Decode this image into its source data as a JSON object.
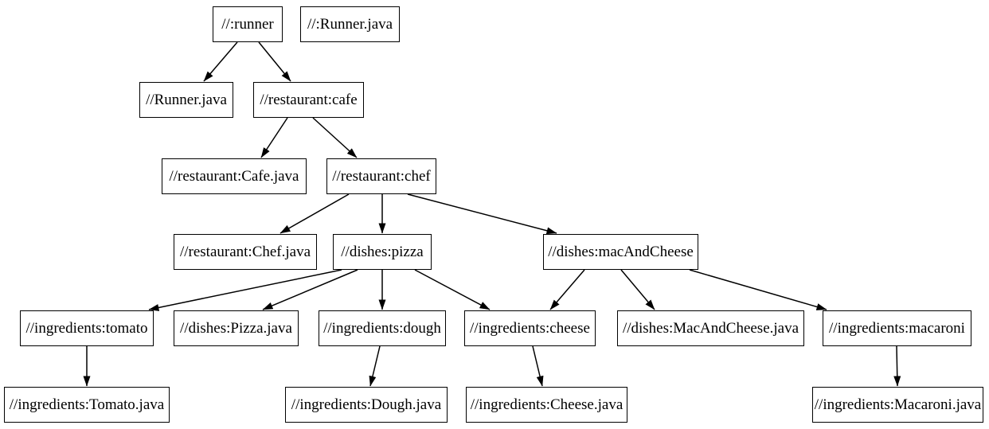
{
  "diagram_type": "build-dependency-graph",
  "colors": {
    "background": "#ffffff",
    "node_fill": "#ffffff",
    "node_border": "#000000",
    "edge": "#000000",
    "text": "#000000"
  },
  "nodes": [
    {
      "id": "runner",
      "label": "//:runner"
    },
    {
      "id": "runner-java-top",
      "label": "//:Runner.java"
    },
    {
      "id": "runner-java",
      "label": "//Runner.java"
    },
    {
      "id": "cafe",
      "label": "//restaurant:cafe"
    },
    {
      "id": "cafe-java",
      "label": "//restaurant:Cafe.java"
    },
    {
      "id": "chef",
      "label": "//restaurant:chef"
    },
    {
      "id": "chef-java",
      "label": "//restaurant:Chef.java"
    },
    {
      "id": "pizza",
      "label": "//dishes:pizza"
    },
    {
      "id": "mac-and-cheese",
      "label": "//dishes:macAndCheese"
    },
    {
      "id": "tomato",
      "label": "//ingredients:tomato"
    },
    {
      "id": "pizza-java",
      "label": "//dishes:Pizza.java"
    },
    {
      "id": "dough",
      "label": "//ingredients:dough"
    },
    {
      "id": "cheese",
      "label": "//ingredients:cheese"
    },
    {
      "id": "mac-and-cheese-java",
      "label": "//dishes:MacAndCheese.java"
    },
    {
      "id": "macaroni",
      "label": "//ingredients:macaroni"
    },
    {
      "id": "tomato-java",
      "label": "//ingredients:Tomato.java"
    },
    {
      "id": "dough-java",
      "label": "//ingredients:Dough.java"
    },
    {
      "id": "cheese-java",
      "label": "//ingredients:Cheese.java"
    },
    {
      "id": "macaroni-java",
      "label": "//ingredients:Macaroni.java"
    }
  ],
  "edges": [
    {
      "from": "runner",
      "to": "runner-java"
    },
    {
      "from": "runner",
      "to": "cafe"
    },
    {
      "from": "cafe",
      "to": "cafe-java"
    },
    {
      "from": "cafe",
      "to": "chef"
    },
    {
      "from": "chef",
      "to": "chef-java"
    },
    {
      "from": "chef",
      "to": "pizza"
    },
    {
      "from": "chef",
      "to": "mac-and-cheese"
    },
    {
      "from": "pizza",
      "to": "tomato"
    },
    {
      "from": "pizza",
      "to": "pizza-java"
    },
    {
      "from": "pizza",
      "to": "dough"
    },
    {
      "from": "pizza",
      "to": "cheese"
    },
    {
      "from": "mac-and-cheese",
      "to": "cheese"
    },
    {
      "from": "mac-and-cheese",
      "to": "mac-and-cheese-java"
    },
    {
      "from": "mac-and-cheese",
      "to": "macaroni"
    },
    {
      "from": "tomato",
      "to": "tomato-java"
    },
    {
      "from": "dough",
      "to": "dough-java"
    },
    {
      "from": "cheese",
      "to": "cheese-java"
    },
    {
      "from": "macaroni",
      "to": "macaroni-java"
    }
  ]
}
